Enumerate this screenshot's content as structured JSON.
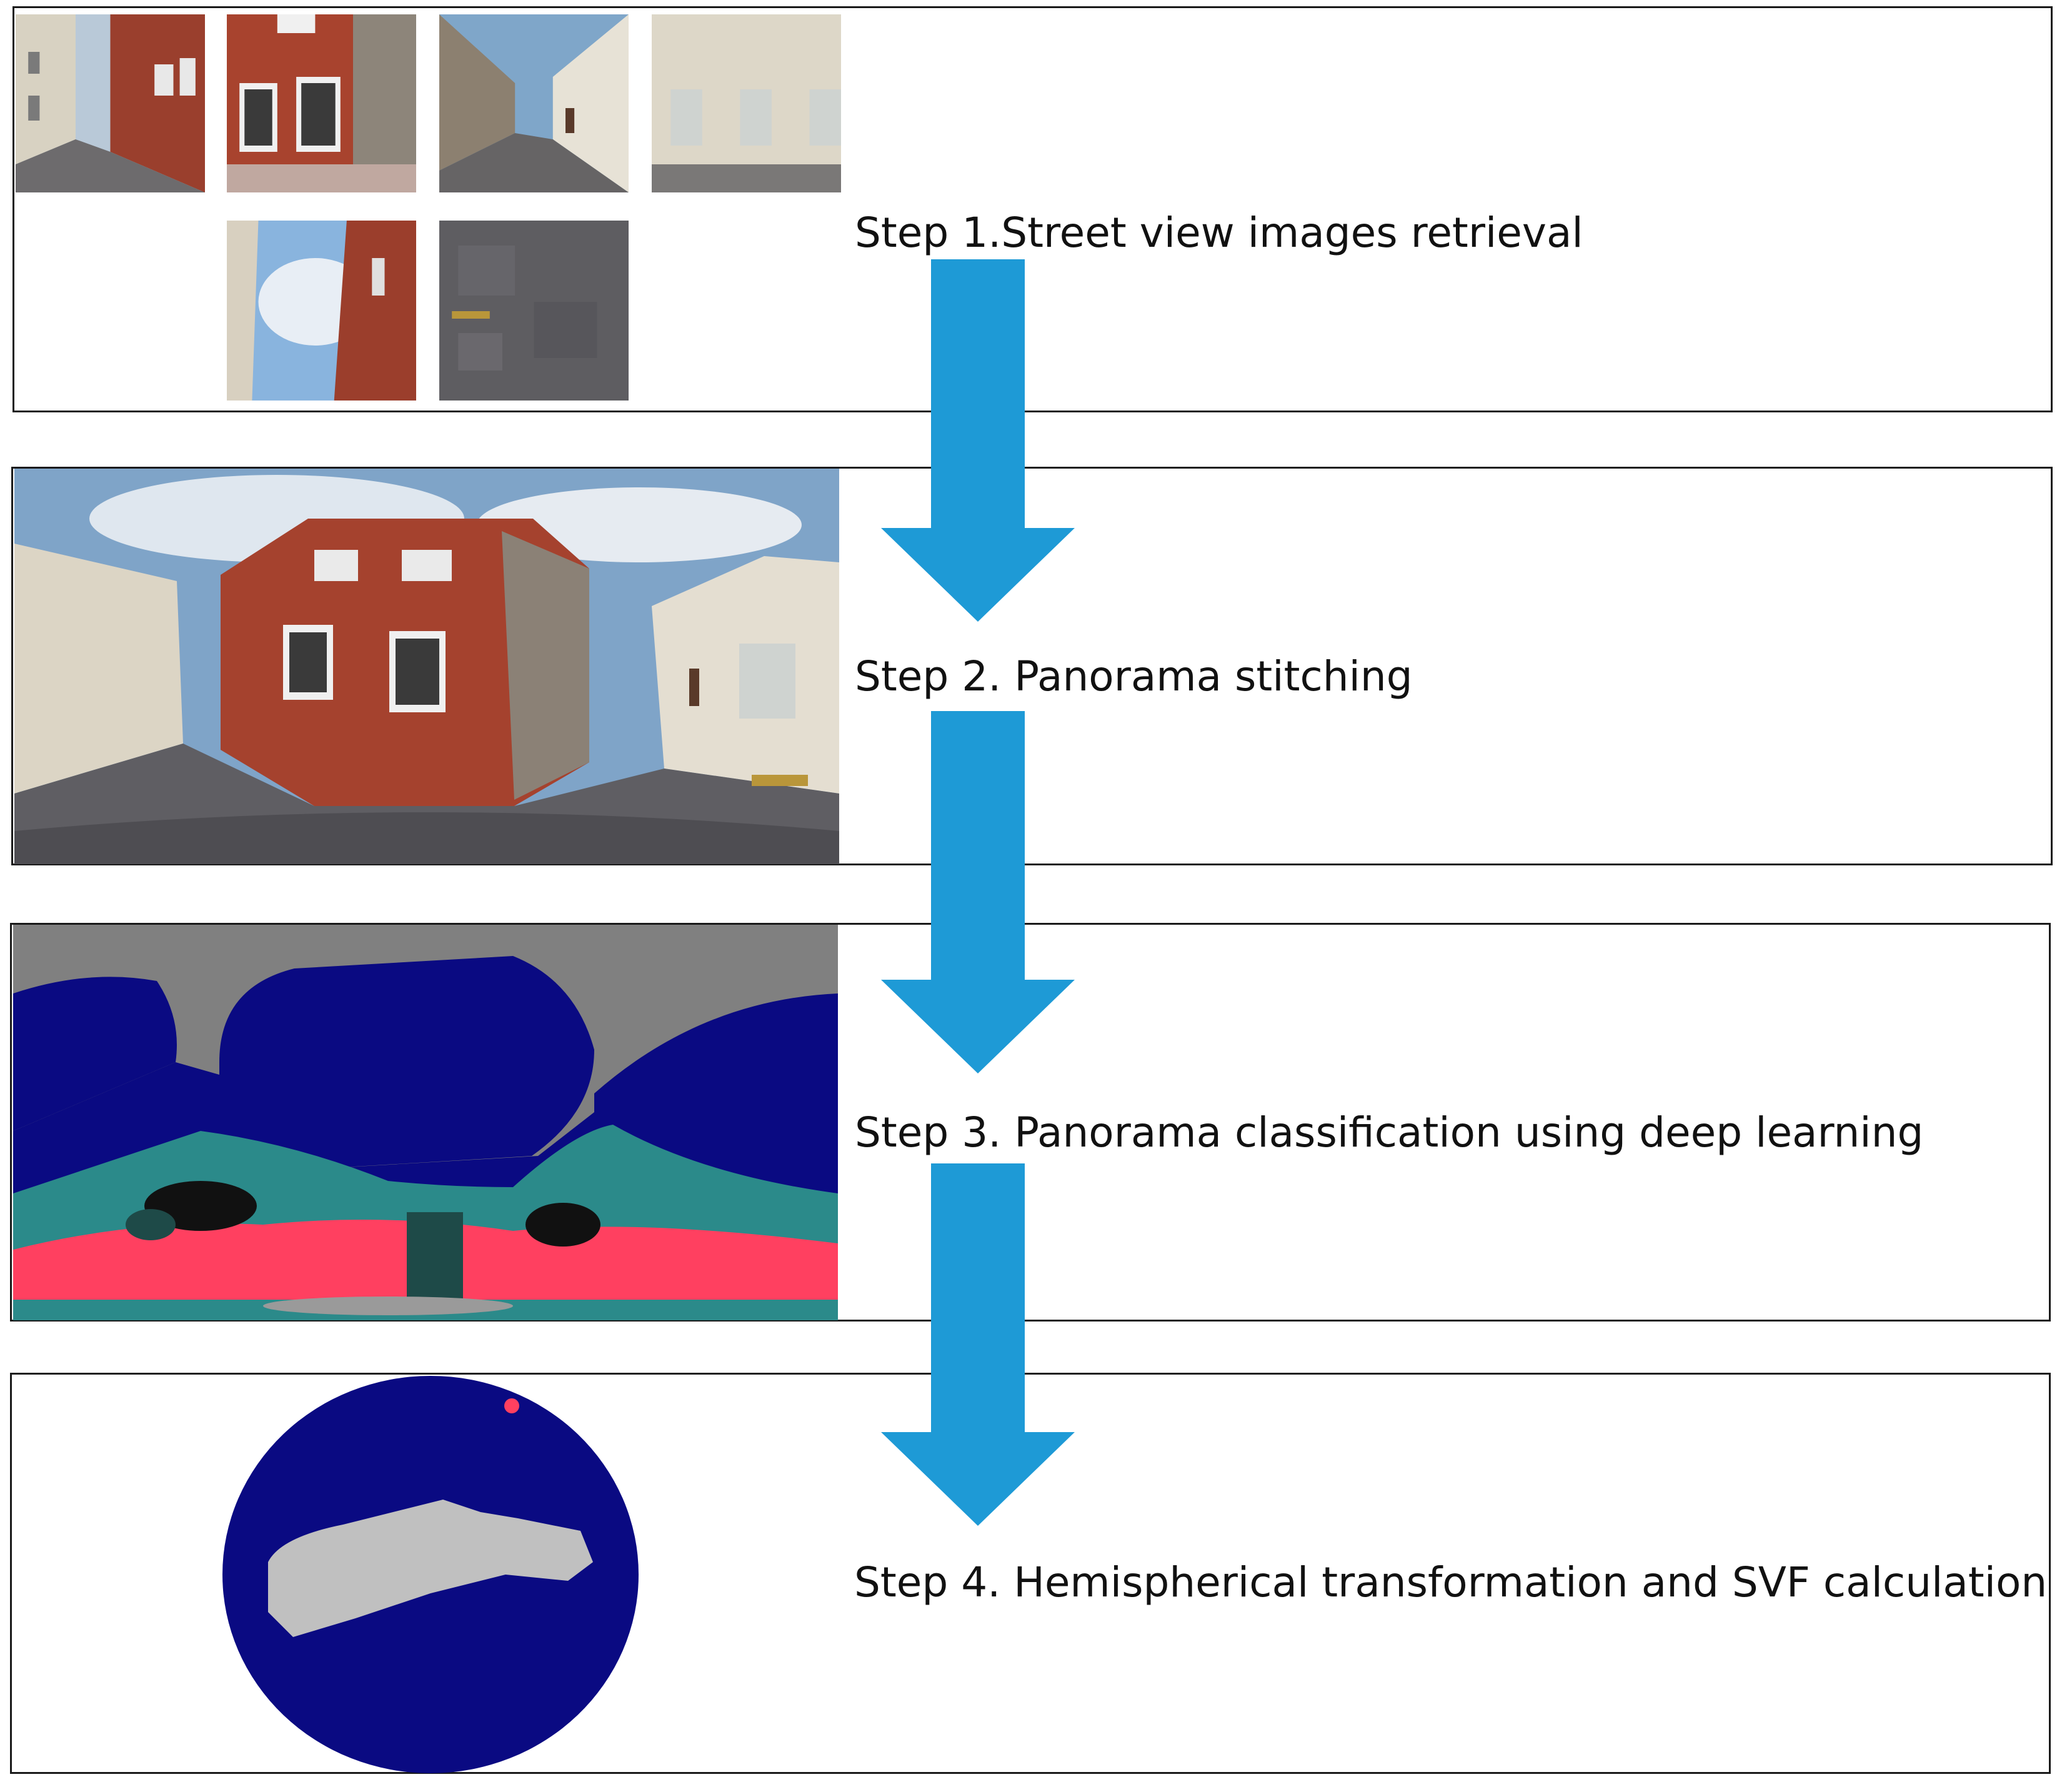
{
  "steps": [
    {
      "label": "Step 1.Street view images retrieval"
    },
    {
      "label": "Step 2. Panorama stitching"
    },
    {
      "label": "Step 3. Panorama classification using deep learning"
    },
    {
      "label": "Step 4. Hemispherical transformation and SVF calculation"
    }
  ],
  "colors": {
    "arrow": "#1e9ad6",
    "sky_class": "#0a0a82",
    "building_class": "#808080",
    "road_class": "#2b8a8a",
    "sidewalk_class": "#ff4060",
    "hemisphere_sky": "#0a0a82",
    "hemisphere_obstruction": "#c0c0c0"
  }
}
